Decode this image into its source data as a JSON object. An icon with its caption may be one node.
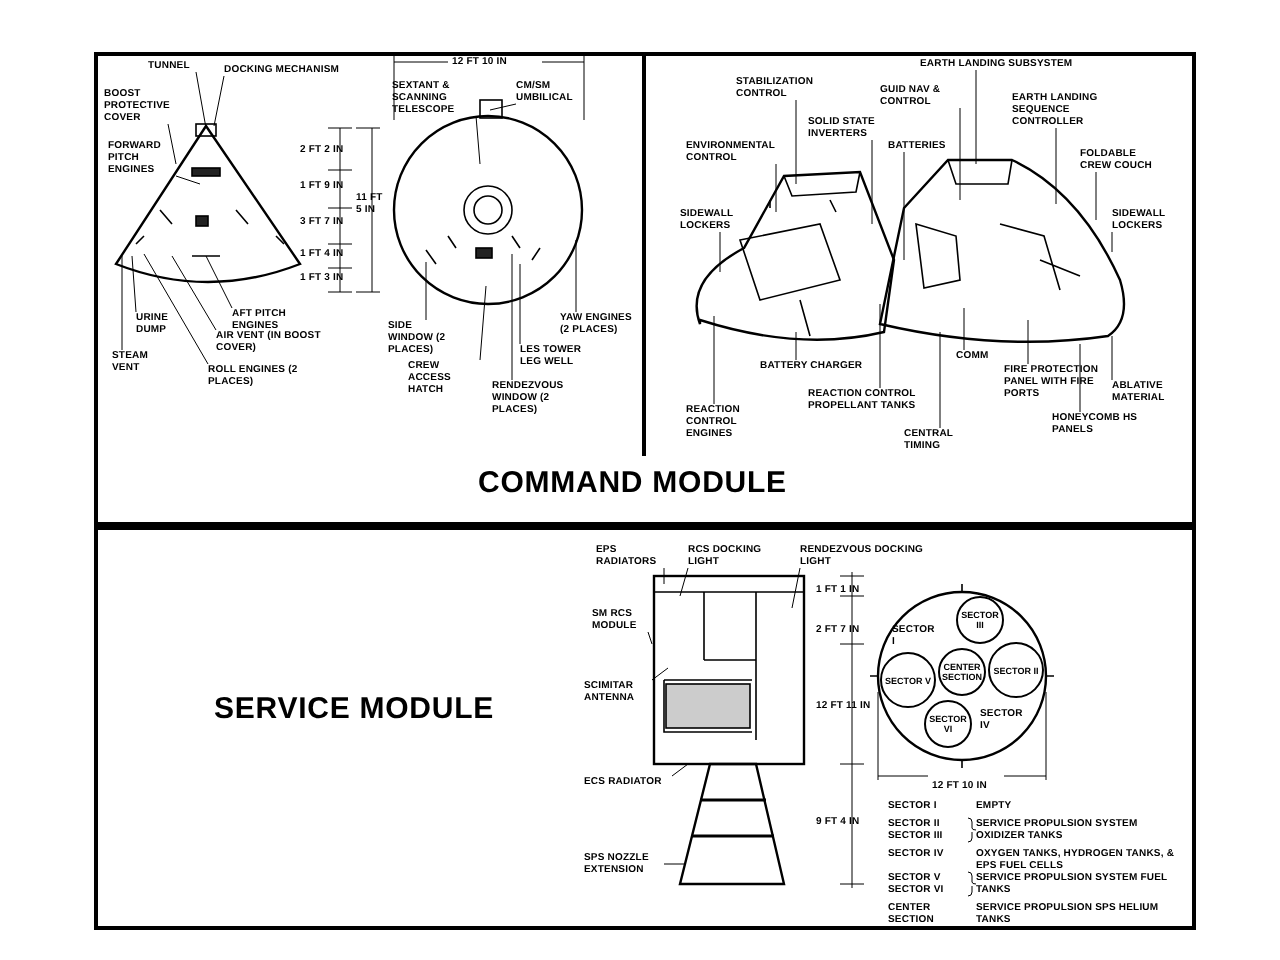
{
  "diagram": {
    "nodes": [
      {
        "text": [
          "COMMAND MODULE"
        ]
      },
      {
        "text": [
          "SERVICE MODULE"
        ]
      },
      {
        "text": [
          "TUNNEL"
        ],
        "in": 0
      },
      {
        "text": [
          "DOCKING MECHANISM"
        ],
        "in": 0
      },
      {
        "text": [
          "BOOST PROTECTIVE COVER"
        ],
        "in": 0
      },
      {
        "text": [
          "FORWARD PITCH ENGINES"
        ],
        "in": 0
      },
      {
        "text": [
          "AFT PITCH ENGINES"
        ],
        "in": 0
      },
      {
        "text": [
          "AIR VENT (IN BOOST COVER)"
        ],
        "in": 0
      },
      {
        "text": [
          "ROLL ENGINES (2 PLACES)"
        ],
        "in": 0
      },
      {
        "text": [
          "URINE DUMP"
        ],
        "in": 0
      },
      {
        "text": [
          "STEAM VENT"
        ],
        "in": 0
      },
      {
        "text": [
          "SEXTANT & SCANNING TELESCOPE"
        ],
        "in": 0
      },
      {
        "text": [
          "CM/SM UMBILICAL"
        ],
        "in": 0
      },
      {
        "text": [
          "SIDE WINDOW (2 PLACES)"
        ],
        "in": 0
      },
      {
        "text": [
          "CREW ACCESS HATCH"
        ],
        "in": 0
      },
      {
        "text": [
          "RENDEZVOUS WINDOW (2 PLACES)"
        ],
        "in": 0
      },
      {
        "text": [
          "LES TOWER LEG WELL"
        ],
        "in": 0
      },
      {
        "text": [
          "YAW ENGINES (2 PLACES)"
        ],
        "in": 0
      },
      {
        "text": [
          "STABILIZATION CONTROL"
        ],
        "in": 0
      },
      {
        "text": [
          "EARTH LANDING SUBSYSTEM"
        ],
        "in": 0
      },
      {
        "text": [
          "GUID NAV & CONTROL"
        ],
        "in": 0
      },
      {
        "text": [
          "EARTH LANDING SEQUENCE CONTROLLER"
        ],
        "in": 0
      },
      {
        "text": [
          "ENVIRONMENTAL CONTROL"
        ],
        "in": 0
      },
      {
        "text": [
          "SOLID STATE INVERTERS"
        ],
        "in": 0
      },
      {
        "text": [
          "BATTERIES"
        ],
        "in": 0
      },
      {
        "text": [
          "FOLDABLE CREW COUCH"
        ],
        "in": 0
      },
      {
        "text": [
          "SIDEWALL LOCKERS"
        ],
        "in": 0
      },
      {
        "text": [
          "SIDEWALL LOCKERS"
        ],
        "in": 0
      },
      {
        "text": [
          "BATTERY CHARGER"
        ],
        "in": 0
      },
      {
        "text": [
          "REACTION CONTROL PROPELLANT TANKS"
        ],
        "in": 0
      },
      {
        "text": [
          "REACTION CONTROL ENGINES"
        ],
        "in": 0
      },
      {
        "text": [
          "CENTRAL TIMING"
        ],
        "in": 0
      },
      {
        "text": [
          "COMM"
        ],
        "in": 0
      },
      {
        "text": [
          "FIRE PROTECTION PANEL WITH FIRE PORTS"
        ],
        "in": 0
      },
      {
        "text": [
          "ABLATIVE MATERIAL"
        ],
        "in": 0
      },
      {
        "text": [
          "HONEYCOMB HS PANELS"
        ],
        "in": 0
      },
      {
        "text": [
          "EPS RADIATORS"
        ],
        "in": 1
      },
      {
        "text": [
          "RCS DOCKING LIGHT"
        ],
        "in": 1
      },
      {
        "text": [
          "RENDEZVOUS DOCKING LIGHT"
        ],
        "in": 1
      },
      {
        "text": [
          "SM RCS MODULE"
        ],
        "in": 1
      },
      {
        "text": [
          "SCIMITAR ANTENNA"
        ],
        "in": 1
      },
      {
        "text": [
          "ECS RADIATOR"
        ],
        "in": 1
      },
      {
        "text": [
          "SPS NOZZLE EXTENSION"
        ],
        "in": 1
      },
      {
        "text": [
          "SECTOR III"
        ],
        "in": 53
      },
      {
        "text": [
          "SECTOR II"
        ],
        "in": 53
      },
      {
        "text": [
          "CENTER SECTION"
        ],
        "in": 53
      },
      {
        "text": [
          "SECTOR V"
        ],
        "in": 53
      },
      {
        "text": [
          "SECTOR VI"
        ],
        "in": 53
      },
      {
        "text": [],
        "shape": "picture",
        "in": 0
      },
      {
        "text": [],
        "shape": "picture",
        "in": 0
      },
      {
        "text": [],
        "shape": "picture",
        "in": 0
      },
      {
        "text": [],
        "shape": "picture",
        "in": 0
      },
      {
        "text": [],
        "shape": "picture",
        "in": 1
      },
      {
        "text": [],
        "shape": "picture",
        "in": 1
      }
    ],
    "edges": [
      {
        "from": 2,
        "to": 48,
        "arrow": "none"
      },
      {
        "from": 3,
        "to": 48,
        "arrow": "none"
      },
      {
        "from": 4,
        "to": 48,
        "arrow": "none"
      },
      {
        "from": 5,
        "to": 48,
        "arrow": "none"
      },
      {
        "from": 6,
        "to": 48,
        "arrow": "none"
      },
      {
        "from": 7,
        "to": 48,
        "arrow": "none"
      },
      {
        "from": 8,
        "to": 48,
        "arrow": "none"
      },
      {
        "from": 9,
        "to": 48,
        "arrow": "none"
      },
      {
        "from": 10,
        "to": 48,
        "arrow": "none"
      },
      {
        "from": 11,
        "to": 49,
        "arrow": "none"
      },
      {
        "from": 12,
        "to": 49,
        "arrow": "none"
      },
      {
        "from": 13,
        "to": 49,
        "arrow": "none"
      },
      {
        "from": 14,
        "to": 49,
        "arrow": "none"
      },
      {
        "from": 15,
        "to": 49,
        "arrow": "none"
      },
      {
        "from": 16,
        "to": 49,
        "arrow": "none"
      },
      {
        "from": 17,
        "to": 49,
        "arrow": "none"
      },
      {
        "from": 18,
        "to": 50,
        "arrow": "none"
      },
      {
        "from": 19,
        "to": 51,
        "arrow": "none"
      },
      {
        "from": 20,
        "to": 51,
        "arrow": "none"
      },
      {
        "from": 21,
        "to": 51,
        "arrow": "none"
      },
      {
        "from": 22,
        "to": 50,
        "arrow": "none"
      },
      {
        "from": 23,
        "to": 50,
        "arrow": "none"
      },
      {
        "from": 24,
        "to": 51,
        "arrow": "none"
      },
      {
        "from": 25,
        "to": 51,
        "arrow": "none"
      },
      {
        "from": 26,
        "to": 50,
        "arrow": "none"
      },
      {
        "from": 27,
        "to": 51,
        "arrow": "none"
      },
      {
        "from": 28,
        "to": 50,
        "arrow": "none"
      },
      {
        "from": 29,
        "to": 50,
        "arrow": "none"
      },
      {
        "from": 30,
        "to": 50,
        "arrow": "none"
      },
      {
        "from": 31,
        "to": 51,
        "arrow": "none"
      },
      {
        "from": 32,
        "to": 51,
        "arrow": "none"
      },
      {
        "from": 33,
        "to": 51,
        "arrow": "none"
      },
      {
        "from": 34,
        "to": 51,
        "arrow": "none"
      },
      {
        "from": 35,
        "to": 51,
        "arrow": "none"
      },
      {
        "from": 36,
        "to": 52,
        "arrow": "none"
      },
      {
        "from": 37,
        "to": 52,
        "arrow": "none"
      },
      {
        "from": 38,
        "to": 52,
        "arrow": "none"
      },
      {
        "from": 39,
        "to": 52,
        "arrow": "none"
      },
      {
        "from": 40,
        "to": 52,
        "arrow": "none"
      },
      {
        "from": 41,
        "to": 52,
        "arrow": "none"
      },
      {
        "from": 42,
        "to": 52,
        "arrow": "none"
      }
    ],
    "labels": [
      "12 FT 10 IN",
      "2 FT 2 IN",
      "1 FT 9 IN",
      "3 FT 7 IN",
      "1 FT 4 IN",
      "1 FT 3 IN",
      "11 FT 5 IN",
      "1 FT 1 IN",
      "2 FT 7 IN",
      "12 FT 11 IN",
      "9 FT 4 IN",
      "SECTOR I",
      "SECTOR IV",
      "12 FT 10 IN",
      "SECTOR I",
      "EMPTY",
      "SECTOR II",
      "SECTOR III",
      "SERVICE PROPULSION SYSTEM OXIDIZER TANKS",
      "SECTOR IV",
      "OXYGEN TANKS, HYDROGEN TANKS, & EPS FUEL CELLS",
      "SECTOR V",
      "SECTOR VI",
      "SERVICE PROPULSION SYSTEM FUEL TANKS",
      "CENTER SECTION",
      "SERVICE PROPULSION SPS HELIUM TANKS"
    ]
  }
}
